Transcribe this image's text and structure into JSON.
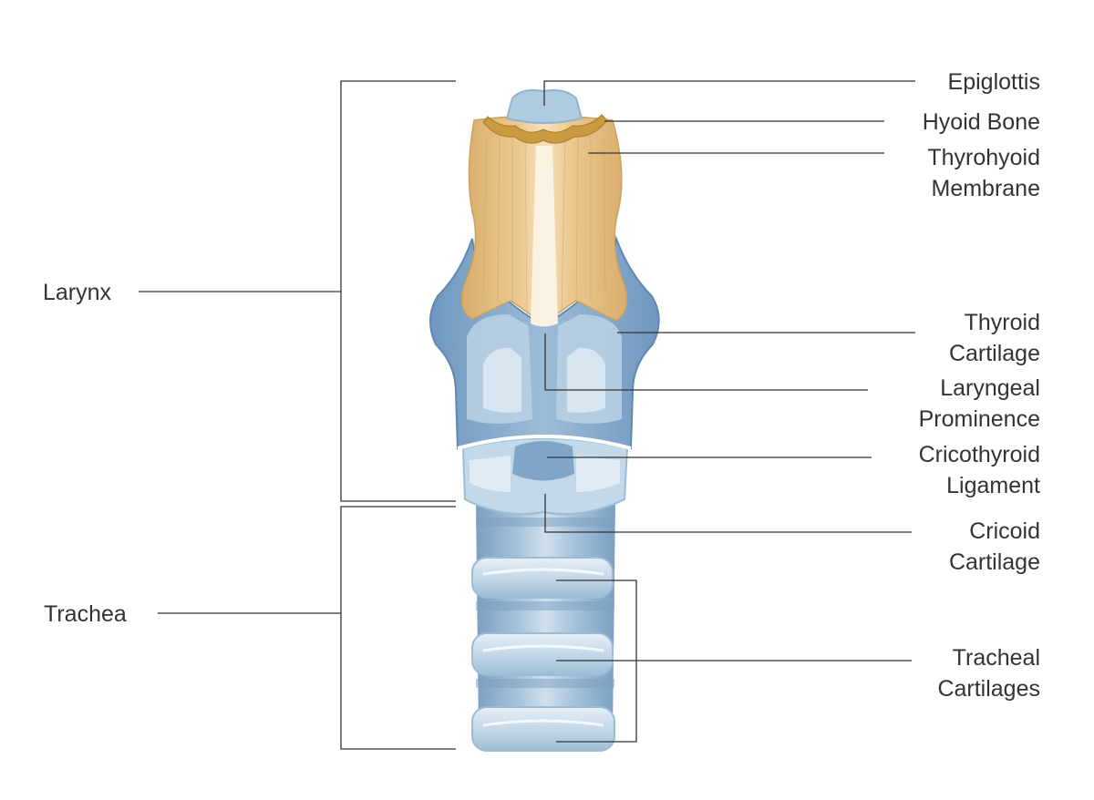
{
  "groups": {
    "larynx": "Larynx",
    "trachea": "Trachea"
  },
  "labels": {
    "epiglottis": "Epiglottis",
    "hyoid_bone": "Hyoid Bone",
    "thyrohyoid": [
      "Thyrohyoid",
      "Membrane"
    ],
    "thyroid_cartilage": [
      "Thyroid",
      "Cartilage"
    ],
    "laryngeal_prominence": [
      "Laryngeal",
      "Prominence"
    ],
    "cricothyroid_ligament": [
      "Cricothyroid",
      "Ligament"
    ],
    "cricoid_cartilage": [
      "Cricoid",
      "Cartilage"
    ],
    "tracheal_cartilages": [
      "Tracheal",
      "Cartilages"
    ]
  },
  "colors": {
    "cartilage_blue": "#7fa6c9",
    "cartilage_light": "#c9dceb",
    "membrane_tan": "#e9c48a",
    "hyoid_gold": "#c99a3f",
    "line": "#333333"
  }
}
